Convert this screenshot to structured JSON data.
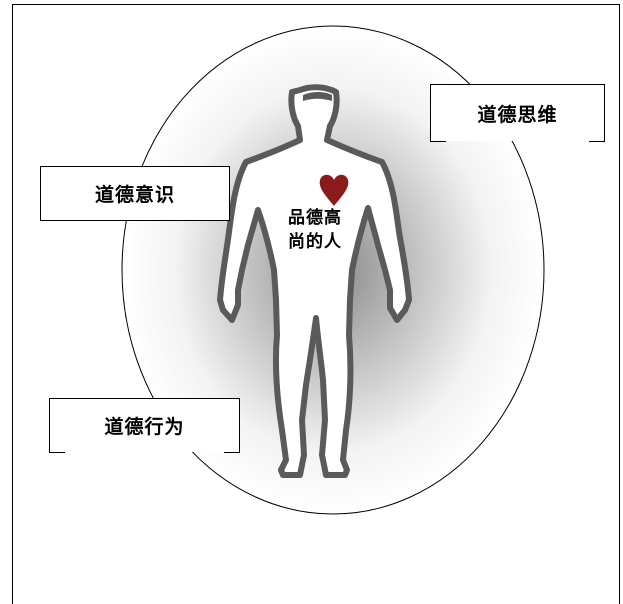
{
  "center": {
    "line1": "品德高",
    "line2": "尚的人"
  },
  "labels": {
    "thinking": "道德思维",
    "awareness": "道德意识",
    "behavior": "道德行为"
  },
  "colors": {
    "heart": "#8b1a1a",
    "figure_outline": "#555555",
    "halo_center": "#888888"
  },
  "icons": [
    "heart-icon",
    "human-figure-icon"
  ]
}
